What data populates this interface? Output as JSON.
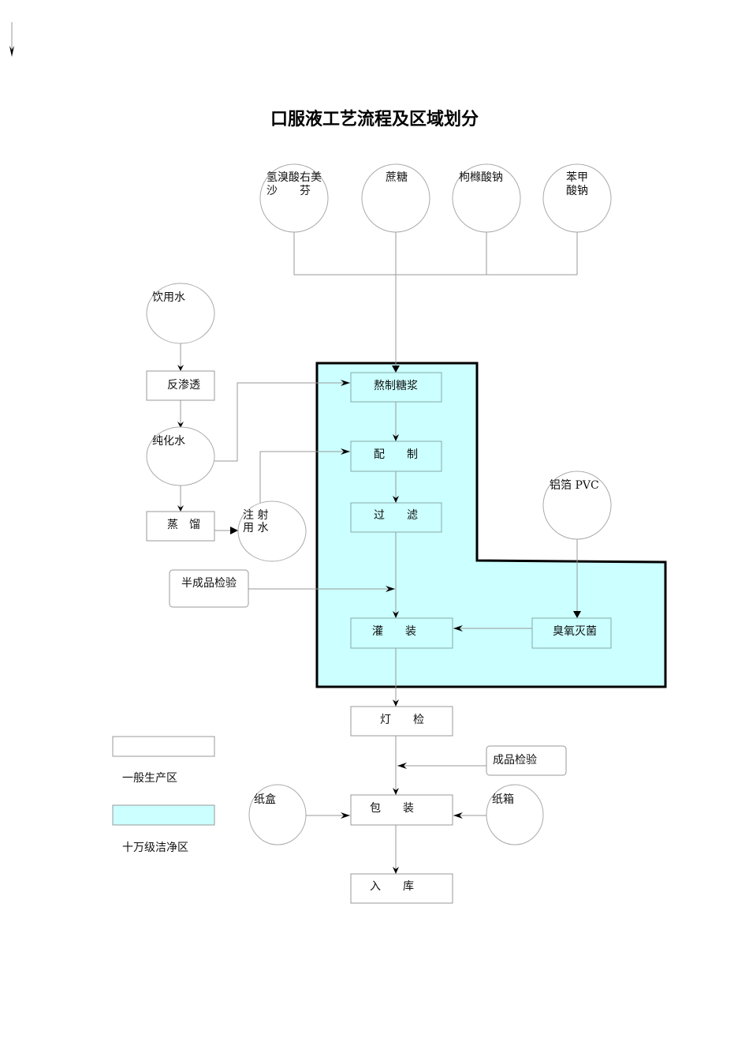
{
  "title": "口服液工艺流程及区域划分",
  "materials": {
    "m1_line1": "氢溴酸右美",
    "m1_line2": "沙　　芬",
    "m2": "蔗糖",
    "m3": "枸橼酸钠",
    "m4_line1": "苯甲",
    "m4_line2": "酸钠"
  },
  "water": {
    "drinking": "饮用水",
    "ro": "反渗透",
    "purified": "纯化水",
    "distill": "蒸　馏",
    "wfi_line1": "注 射",
    "wfi_line2": "用 水"
  },
  "process": {
    "syrup": "熬制糖浆",
    "mix": "配　　制",
    "filter": "过　　滤",
    "fill": "灌　　装",
    "ozone": "臭氧灭菌",
    "foil": "铝箔 PVC",
    "semi_qc": "半成品检验",
    "light": "灯　　检",
    "final_qc": "成品检验",
    "pack": "包　　装",
    "carton": "纸盒",
    "case": "纸箱",
    "store": "入　　库"
  },
  "legend": {
    "general": "一般生产区",
    "clean": "十万级洁净区",
    "general_color": "#ffffff",
    "clean_color": "#ccffff"
  }
}
